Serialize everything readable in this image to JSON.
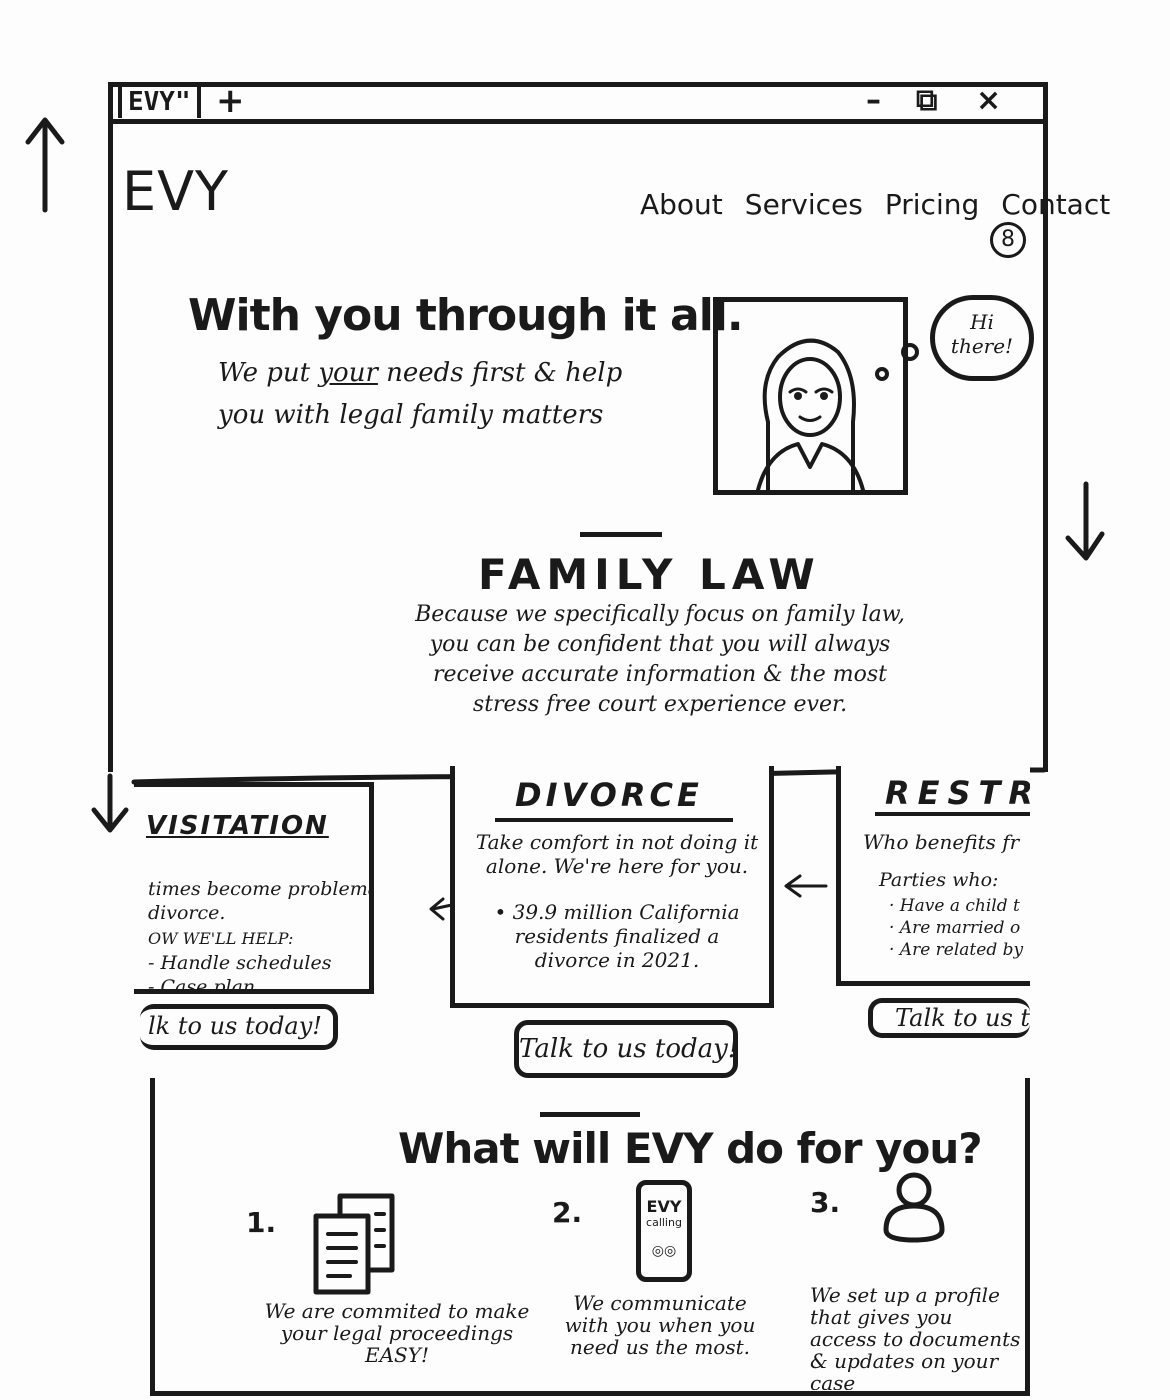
{
  "browser": {
    "tab_label": "EVY\"",
    "new_tab": "+",
    "minimize": "–",
    "restore": "⧉",
    "close": "×"
  },
  "header": {
    "logo": "EVY",
    "nav": [
      "About",
      "Services",
      "Pricing",
      "Contact"
    ],
    "profile_icon": "8"
  },
  "hero": {
    "title": "With you through it all.",
    "subtitle_pre": "We put ",
    "subtitle_em": "your",
    "subtitle_post": " needs first & help you with legal family matters",
    "bubble_line1": "Hi",
    "bubble_line2": "there!"
  },
  "family_law": {
    "title": "FAMILY LAW",
    "body": "Because we specifically focus on family law, you can be confident that you will always receive accurate information & the most stress free court experience ever."
  },
  "cards": {
    "visitation": {
      "title": "VISITATION",
      "line1": "times become problematic",
      "line2": "divorce.",
      "help_heading": "OW WE'LL HELP:",
      "bullet1": "- Handle schedules",
      "bullet2": "- Case plan",
      "cta": "lk to us today!"
    },
    "divorce": {
      "title": "DIVORCE",
      "text": "Take comfort in not doing it alone. We're here for you.",
      "bullet": "• 39.9 million California residents finalized a divorce in 2021.",
      "cta": "Talk to us today!"
    },
    "restraining": {
      "title": "RESTR",
      "text": "Who benefits fr",
      "parties": "Parties who:",
      "b1": "· Have a child t",
      "b2": "· Are married o",
      "b3": "· Are related by",
      "cta": "Talk to us t"
    }
  },
  "what_evy": {
    "title": "What will EVY do for you?",
    "steps": [
      {
        "num": "1.",
        "text": "We are commited to make your legal proceedings EASY!"
      },
      {
        "num": "2.",
        "text": "We communicate with you when you need us the most.",
        "phone_label": "EVY",
        "phone_sub": "calling"
      },
      {
        "num": "3.",
        "text": "We set up a profile that gives you access to documents & updates on your case"
      }
    ]
  }
}
